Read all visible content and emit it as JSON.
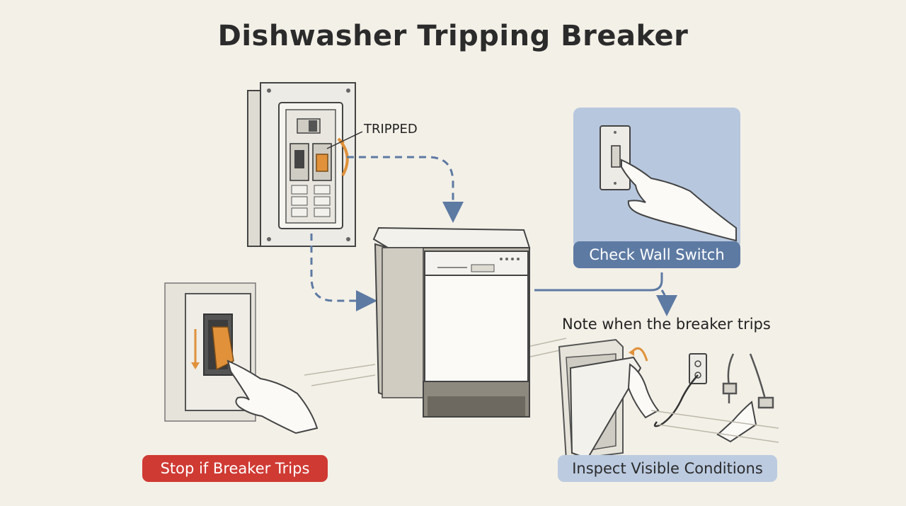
{
  "title": "Dishwasher Tripping Breaker",
  "labels": {
    "tripped": "TRIPPED",
    "check_wall_switch": "Check Wall Switch",
    "note_when_trips": "Note when the breaker trips",
    "stop_if_trips": "Stop if Breaker Trips",
    "inspect_visible": "Inspect Visible Conditions"
  },
  "colors": {
    "background": "#f3f0e7",
    "accent_orange": "#e0913a",
    "dashed_arrow": "#5d7aa3",
    "check_pill": "#5d7aa3",
    "stop_pill": "#cf3a33",
    "inspect_pill": "#bccbe0",
    "switch_panel": "#b7c7de"
  },
  "icons": [
    "breaker-panel-icon",
    "dishwasher-icon",
    "wall-switch-icon",
    "hand-icon",
    "outlet-icon",
    "water-valve-icon"
  ]
}
